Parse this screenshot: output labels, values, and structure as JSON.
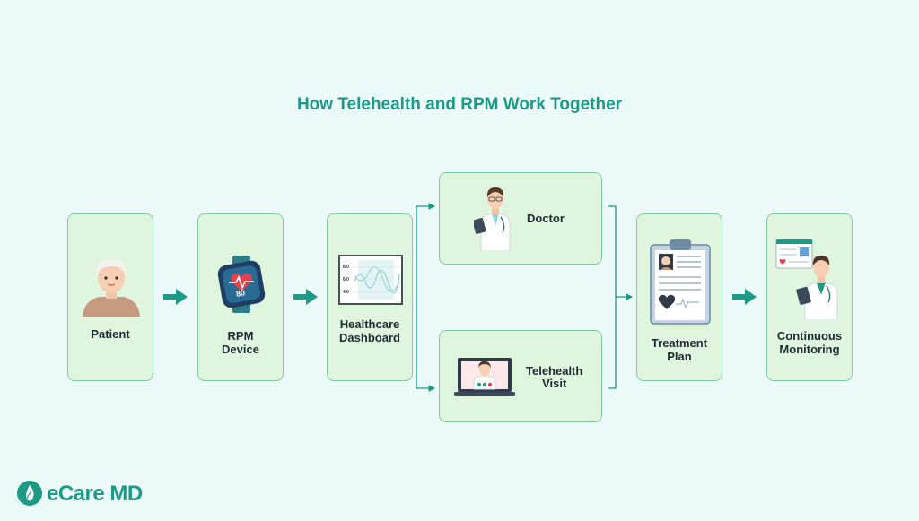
{
  "title": "How Telehealth and RPM Work Together",
  "steps": {
    "patient": "Patient",
    "rpm_device": "RPM\nDevice",
    "device_reading": "80",
    "dashboard": "Healthcare\nDashboard",
    "dashboard_ticks": [
      "8.0",
      "6.0",
      "4.0"
    ],
    "doctor": "Doctor",
    "telehealth_visit": "Telehealth\nVisit",
    "treatment_plan": "Treatment\nPlan",
    "continuous_monitoring": "Continuous\nMonitoring"
  },
  "brand": {
    "name": "eCare MD"
  },
  "colors": {
    "accent": "#1d9a86",
    "box_fill": "#dff5dd",
    "box_border": "#7fcba0",
    "background": "#ebf9f9"
  }
}
